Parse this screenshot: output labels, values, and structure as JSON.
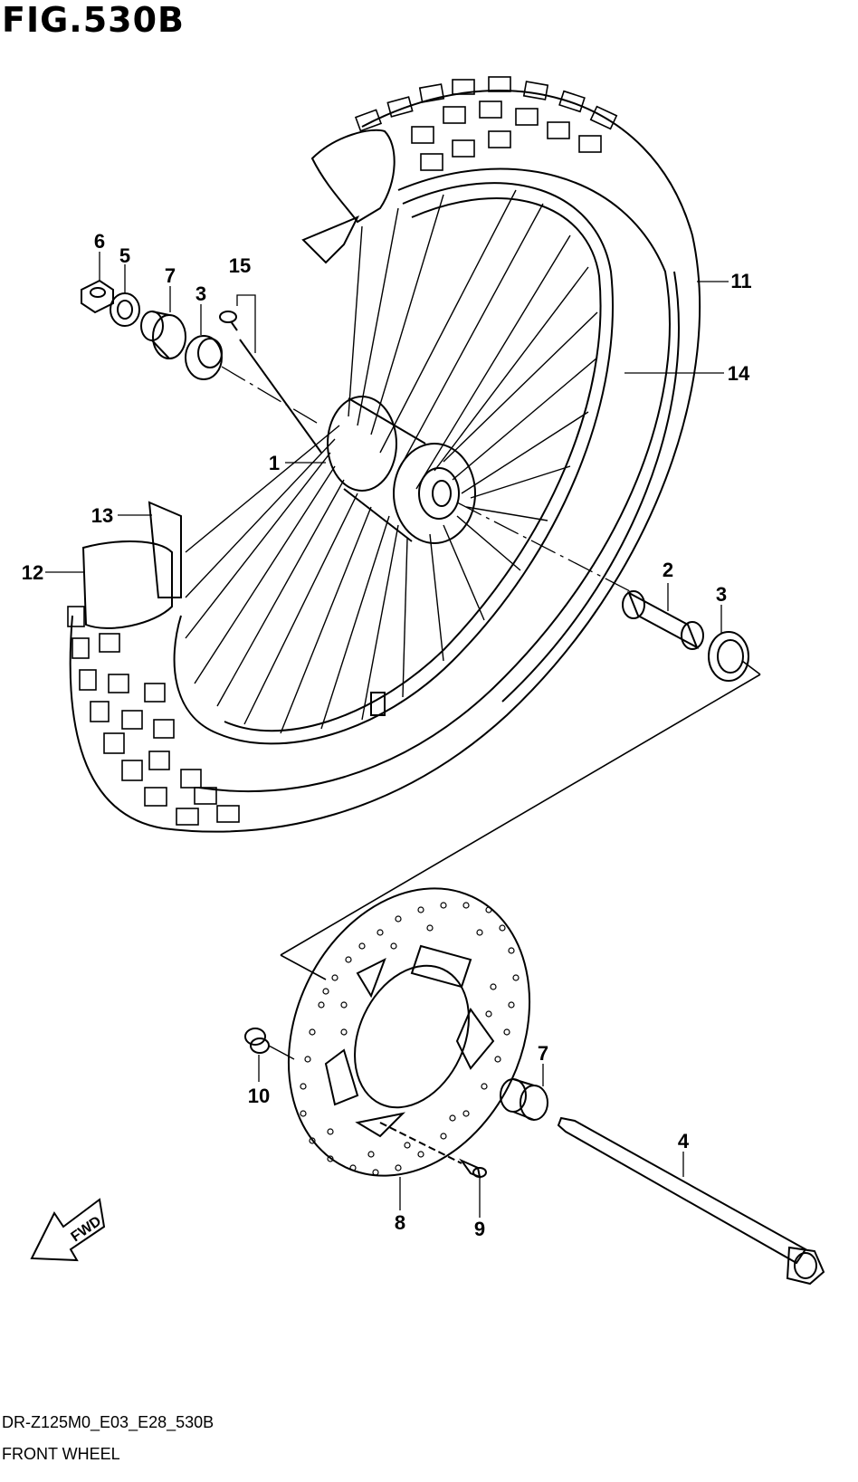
{
  "figure": {
    "title": "FIG.530B"
  },
  "callouts": [
    {
      "num": "1"
    },
    {
      "num": "2"
    },
    {
      "num": "3"
    },
    {
      "num": "3"
    },
    {
      "num": "4"
    },
    {
      "num": "5"
    },
    {
      "num": "6"
    },
    {
      "num": "7"
    },
    {
      "num": "7"
    },
    {
      "num": "8"
    },
    {
      "num": "9"
    },
    {
      "num": "10"
    },
    {
      "num": "11"
    },
    {
      "num": "12"
    },
    {
      "num": "13"
    },
    {
      "num": "14"
    },
    {
      "num": "15"
    }
  ],
  "fwd_label": "FWD",
  "footer": {
    "code": "DR-Z125M0_E03_E28_530B",
    "name": "FRONT WHEEL"
  }
}
